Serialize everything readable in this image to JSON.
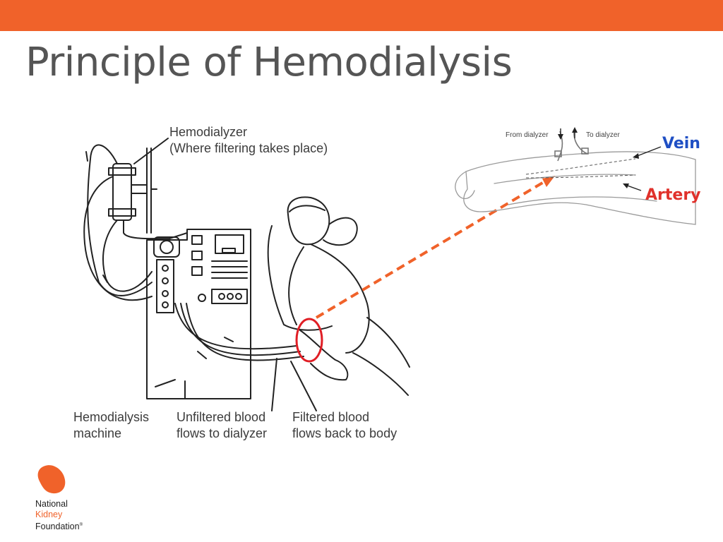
{
  "slide": {
    "title": "Principle of Hemodialysis",
    "accent_color": "#f0622a"
  },
  "diagram": {
    "labels": {
      "dialyzer_line1": "Hemodialyzer",
      "dialyzer_line2": "(Where filtering takes place)",
      "machine_line1": "Hemodialysis",
      "machine_line2": "machine",
      "unfiltered_line1": "Unfiltered blood",
      "unfiltered_line2": "flows to dialyzer",
      "filtered_line1": "Filtered blood",
      "filtered_line2": "flows back to body"
    },
    "inset": {
      "from_dialyzer": "From dialyzer",
      "to_dialyzer": "To dialyzer",
      "vein": "Vein",
      "artery": "Artery",
      "vein_color": "#1f4fc4",
      "artery_color": "#e0312b"
    }
  },
  "logo": {
    "line1": "National",
    "line2": "Kidney",
    "line3": "Foundation",
    "registered": "®"
  }
}
